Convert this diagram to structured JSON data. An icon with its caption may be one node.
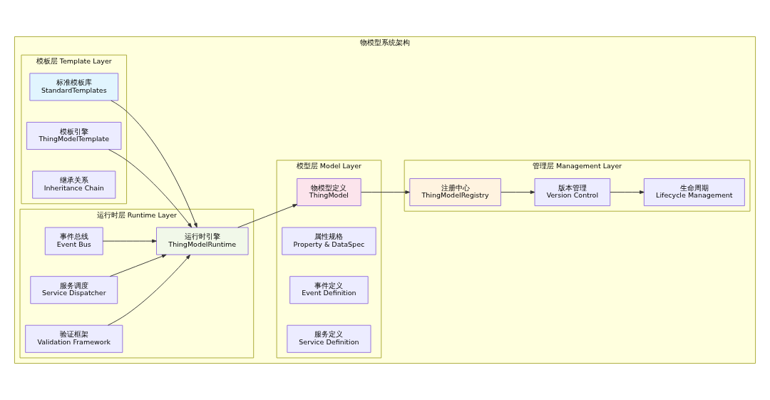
{
  "diagram": {
    "nodes": [
      {
        "text": [
          "物模型系统架构"
        ]
      },
      {
        "text": [
          "模板层 Template Layer"
        ],
        "in": 0
      },
      {
        "text": [
          "标准模板库",
          "StandardTemplates"
        ],
        "in": 1
      },
      {
        "text": [
          "模板引擎",
          "ThingModelTemplate"
        ],
        "in": 1
      },
      {
        "text": [
          "继承关系",
          "Inheritance Chain"
        ],
        "in": 1
      },
      {
        "text": [
          "运行时层 Runtime Layer"
        ],
        "in": 0
      },
      {
        "text": [
          "事件总线",
          "Event Bus"
        ],
        "in": 5
      },
      {
        "text": [
          "运行时引擎",
          "ThingModelRuntime"
        ],
        "in": 5
      },
      {
        "text": [
          "服务调度",
          "Service Dispatcher"
        ],
        "in": 5
      },
      {
        "text": [
          "验证框架",
          "Validation Framework"
        ],
        "in": 5
      },
      {
        "text": [
          "模型层 Model Layer"
        ],
        "in": 0
      },
      {
        "text": [
          "物模型定义",
          "ThingModel"
        ],
        "in": 10
      },
      {
        "text": [
          "属性规格",
          "Property & DataSpec"
        ],
        "in": 10
      },
      {
        "text": [
          "事件定义",
          "Event Definition"
        ],
        "in": 10
      },
      {
        "text": [
          "服务定义",
          "Service Definition"
        ],
        "in": 10
      },
      {
        "text": [
          "管理层 Management Layer"
        ],
        "in": 0
      },
      {
        "text": [
          "注册中心",
          "ThingModelRegistry"
        ],
        "in": 15
      },
      {
        "text": [
          "版本管理",
          "Version Control"
        ],
        "in": 15
      },
      {
        "text": [
          "生命周期",
          "Lifecycle Management"
        ],
        "in": 15
      }
    ],
    "edges": [
      {
        "from": 2,
        "to": 7,
        "arrow": "to"
      },
      {
        "from": 3,
        "to": 7,
        "arrow": "to"
      },
      {
        "from": 6,
        "to": 7,
        "arrow": "to"
      },
      {
        "from": 8,
        "to": 7,
        "arrow": "to"
      },
      {
        "from": 9,
        "to": 7,
        "arrow": "to"
      },
      {
        "from": 7,
        "to": 11,
        "arrow": "to"
      },
      {
        "from": 11,
        "to": 16,
        "arrow": "to"
      },
      {
        "from": 16,
        "to": 17,
        "arrow": "to"
      },
      {
        "from": 17,
        "to": 18,
        "arrow": "to"
      }
    ]
  }
}
